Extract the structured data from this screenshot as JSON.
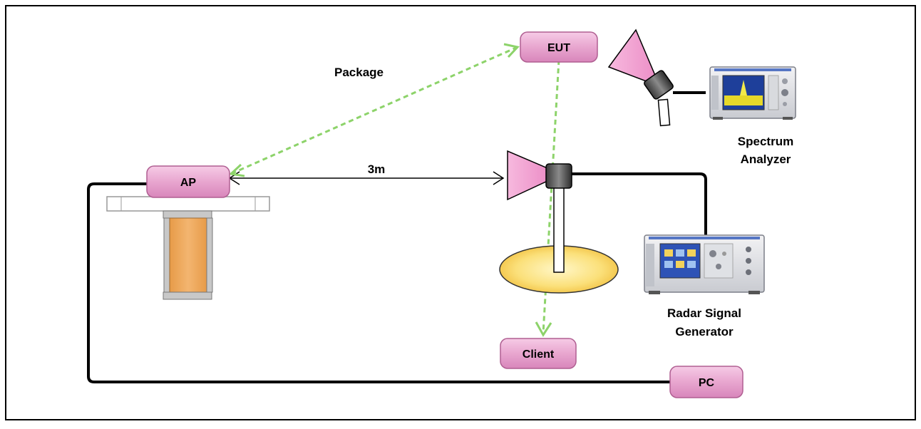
{
  "nodes": {
    "eut": "EUT",
    "ap": "AP",
    "client": "Client",
    "pc": "PC"
  },
  "labels": {
    "package": "Package",
    "distance": "3m",
    "spectrum_line1": "Spectrum",
    "spectrum_line2": "Analyzer",
    "radar_line1": "Radar Signal",
    "radar_line2": "Generator"
  },
  "colors": {
    "node_fill": "#e8a6cf",
    "node_stroke": "#b05f92",
    "horn_fill": "#f2a7d4",
    "wireless_link": "#8dd36a",
    "cable": "#000000",
    "table_body": "#f0b066",
    "turntable": "#f7d24a"
  },
  "icons": {
    "spectrum_analyzer": "spectrum-analyzer-instrument-icon",
    "radar_generator": "signal-generator-instrument-icon",
    "horn": "horn-antenna-icon"
  }
}
